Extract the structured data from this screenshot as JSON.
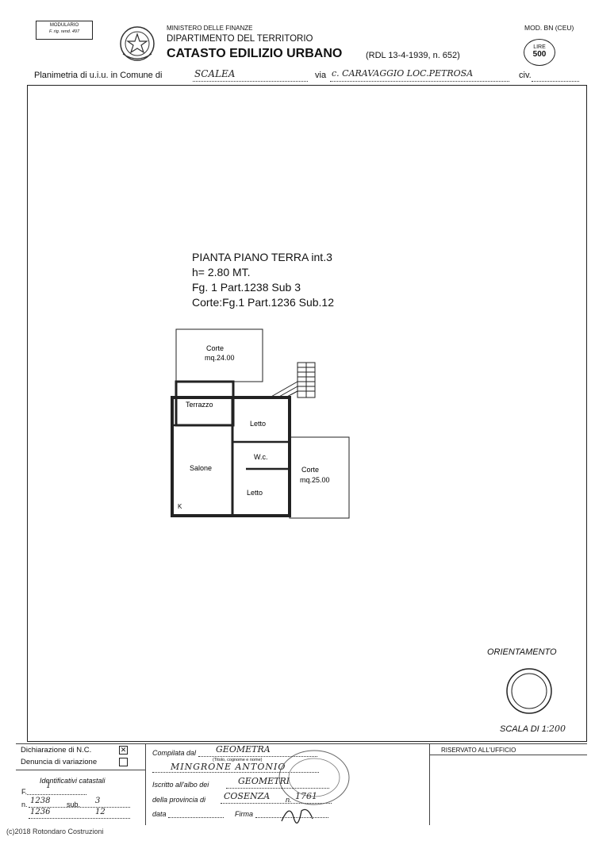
{
  "header": {
    "modulario_line1": "MODULARIO",
    "modulario_line2": "F. rig. rend. 497",
    "ministry": "MINISTERO DELLE FINANZE",
    "department": "DIPARTIMENTO DEL TERRITORIO",
    "title": "CATASTO EDILIZIO URBANO",
    "law": "(RDL 13-4-1939, n. 652)",
    "mod_label": "MOD. BN (CEU)",
    "stamp_lire": "LIRE",
    "stamp_value": "500"
  },
  "address_line": {
    "label_planimetria": "Planimetria di u.i.u. in Comune di",
    "comune": "SCALEA",
    "label_via": "via",
    "via": "c. CARAVAGGIO LOC.PETROSA",
    "label_civ": "civ."
  },
  "plan_header": {
    "line1": "PIANTA PIANO TERRA int.3",
    "line2": "h= 2.80 MT.",
    "line3": "Fg. 1 Part.1238 Sub 3",
    "line4": "Corte:Fg.1 Part.1236 Sub.12"
  },
  "rooms": {
    "corte_top": "Corte",
    "corte_top_area": "mq.24.00",
    "terrazzo": "Terrazzo",
    "letto_top": "Letto",
    "wc": "W.c.",
    "salone": "Salone",
    "letto_bottom": "Letto",
    "corte_right": "Corte",
    "corte_right_area": "mq.25.00",
    "k": "K"
  },
  "orientation": {
    "label": "ORIENTAMENTO",
    "scale_label": "SCALA DI 1:",
    "scale_value": "200"
  },
  "footer": {
    "dichiarazione": "Dichiarazione di N.C.",
    "denuncia": "Denuncia di variazione",
    "identificativi": "Identificativi catastali",
    "f_label": "F.",
    "f_value": "1",
    "n_label": "n.",
    "n_value1": "1238",
    "sub_label": "sub.",
    "sub_value1": "3",
    "n_value2": "1236",
    "sub_value2": "12",
    "compilata_label": "Compilata dal",
    "compilata_value": "GEOMETRA",
    "titolo_hint": "(Titolo, cognome e nome)",
    "name_value": "MINGRONE ANTONIO",
    "iscritto_label": "Iscritto all'albo dei",
    "iscritto_value": "GEOMETRI",
    "provincia_label": "della provincia di",
    "provincia_value": "COSENZA",
    "n_prov_label": "n.",
    "n_prov_value": "1761",
    "data_label": "data",
    "firma_label": "Firma",
    "riservato": "RISERVATO ALL'UFFICIO"
  },
  "copyright": "(c)2018 Rotondaro Costruzioni"
}
